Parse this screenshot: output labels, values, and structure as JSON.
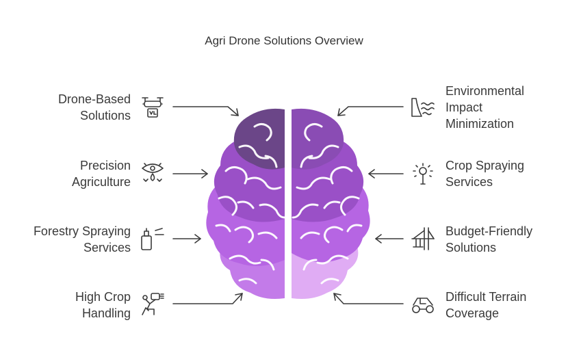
{
  "title": "Agri Drone Solutions Overview",
  "left_items": [
    {
      "line1": "Drone-Based",
      "line2": "Solutions",
      "icon": "drone-icon"
    },
    {
      "line1": "Precision",
      "line2": "Agriculture",
      "icon": "eye-drop-icon"
    },
    {
      "line1": "Forestry Spraying",
      "line2": "Services",
      "icon": "spray-bottle-icon"
    },
    {
      "line1": "High Crop",
      "line2": "Handling",
      "icon": "worker-spray-icon"
    }
  ],
  "right_items": [
    {
      "line1": "Environmental",
      "line2": "Impact",
      "line3": "Minimization",
      "icon": "dam-water-icon"
    },
    {
      "line1": "Crop Spraying",
      "line2": "Services",
      "icon": "sprinkler-icon"
    },
    {
      "line1": "Budget-Friendly",
      "line2": "Solutions",
      "icon": "bridge-icon"
    },
    {
      "line1": "Difficult Terrain",
      "line2": "Coverage",
      "icon": "atv-icon"
    }
  ],
  "colors": {
    "dark_purple": "#6b4688",
    "medium_purple": "#9b57c9",
    "purple": "#b76be6",
    "light_purple": "#d7a3f2",
    "stroke": "#3a3a3a"
  }
}
